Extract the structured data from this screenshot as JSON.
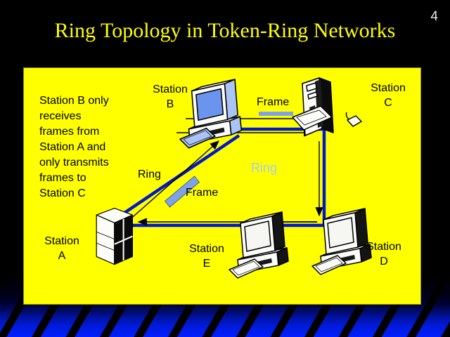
{
  "page": {
    "number": "4",
    "title": "Ring Topology in Token-Ring Networks"
  },
  "note": {
    "text": "Station B only\nreceives\nframes from\nStation A and\nonly transmits\nframes to\nStation C"
  },
  "stations": {
    "a": "Station\nA",
    "b": "Station\nB",
    "c": "Station\nC",
    "d": "Station\nD",
    "e": "Station\nE"
  },
  "labels": {
    "frame_top": "Frame",
    "frame_diagonal": "Frame",
    "ring_black": "Ring",
    "ring_light": "Ring"
  },
  "colors": {
    "slide_bg": "#000000",
    "title": "#ffff00",
    "box_bg": "#ffff00",
    "ring_line": "#0018cc",
    "frame_token": "#7fa3e8",
    "ring_light_text": "#a8cbf0",
    "stripe_blue": "#0020ff"
  }
}
